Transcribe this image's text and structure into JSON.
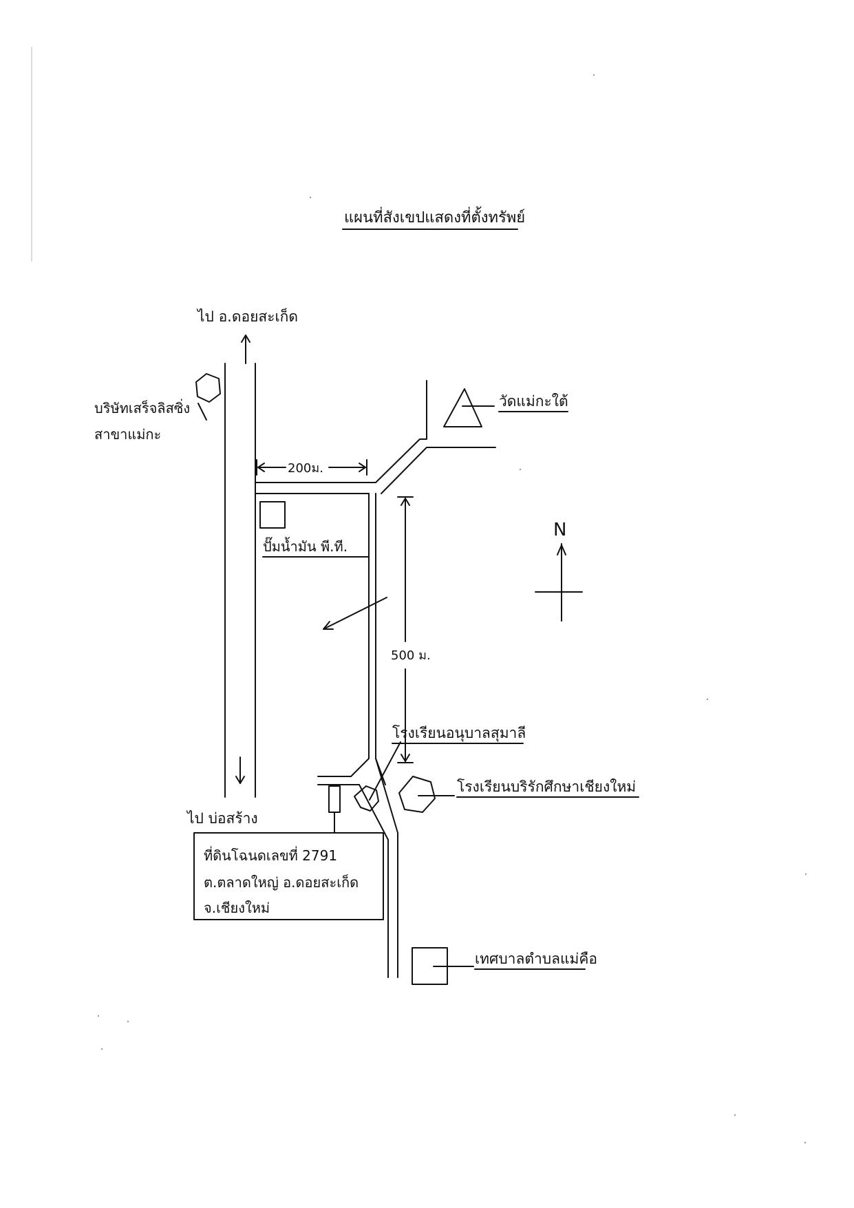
{
  "map": {
    "title": "แผนที่สังเขปแสดงที่ตั้งทรัพย์",
    "north_label": "N",
    "road_labels": {
      "north": "ไป อ.ดอยสะเก็ด",
      "south": "ไป บ่อสร้าง"
    },
    "distances": {
      "horizontal": "200ม.",
      "vertical": "500 ม."
    },
    "landmarks": {
      "bank_line1": "บริษัทเสร็จลิสซิ่ง",
      "bank_line2": "สาขาแม่กะ",
      "temple": "วัดแม่กะใต้",
      "gas_station": "ปั๊มน้ำมัน พี.ที.",
      "kindergarten": "โรงเรียนอนุบาลสุมาลี",
      "school": "โรงเรียนบริรักศึกษาเชียงใหม่",
      "municipality": "เทศบาลตำบลแม่คือ"
    },
    "property": {
      "line1": "ที่ดินโฉนดเลขที่ 2791",
      "line2": "ต.ตลาดใหญ่ อ.ดอยสะเก็ด",
      "line3": "จ.เชียงใหม่"
    }
  }
}
